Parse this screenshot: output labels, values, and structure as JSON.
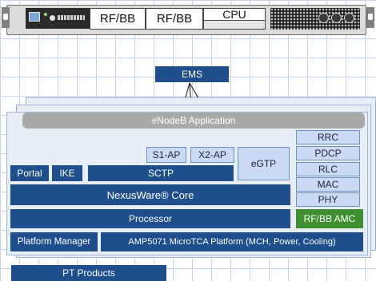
{
  "rack": {
    "slots": [
      "RF/BB",
      "RF/BB"
    ],
    "cpu_label": "CPU"
  },
  "ems": {
    "label": "EMS"
  },
  "application": {
    "label": "eNodeB Application"
  },
  "protocols": {
    "s1ap": "S1-AP",
    "x2ap": "X2-AP",
    "egtp": "eGTP",
    "portal": "Portal",
    "ike": "IKE",
    "sctp": "SCTP"
  },
  "radio_stack": [
    "RRC",
    "PDCP",
    "RLC",
    "MAC",
    "PHY"
  ],
  "core": {
    "label": "NexusWare® Core"
  },
  "processor": {
    "label": "Processor"
  },
  "rfbb_amc": {
    "label": "RF/BB AMC",
    "color": "#3f8f32"
  },
  "platform_manager": {
    "label": "Platform Manager"
  },
  "platform": {
    "label": "AMP5071 MicroTCA Platform (MCH, Power, Cooling)"
  },
  "legend": {
    "pt_products": "PT Products"
  },
  "colors": {
    "dark_blue": "#1e4e8c",
    "light_blue": "#c9dbf2",
    "green": "#3f8f32"
  }
}
